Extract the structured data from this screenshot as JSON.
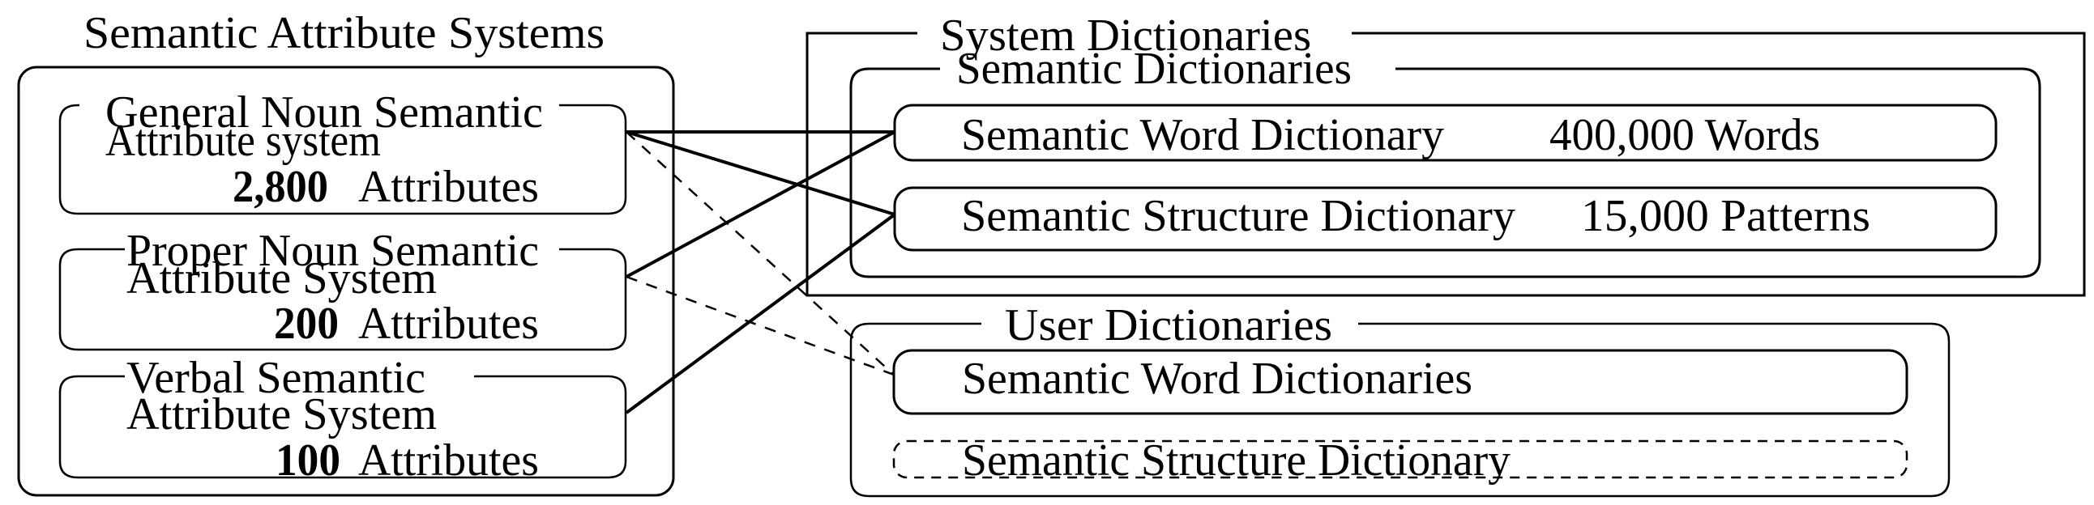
{
  "attribute_systems": {
    "title": "Semantic Attribute Systems",
    "systems": [
      {
        "line1": "General Noun Semantic",
        "line2": "Attribute system",
        "count": "2,800",
        "unit": "Attributes"
      },
      {
        "line1": "Proper Noun Semantic",
        "line2": "Attribute System",
        "count": "200",
        "unit": "Attributes"
      },
      {
        "line1": "Verbal Semantic",
        "line2": "Attribute System",
        "count": "100",
        "unit": "Attributes"
      }
    ]
  },
  "system_dictionaries": {
    "title": "System Dictionaries",
    "semantic_dictionaries": {
      "title": "Semantic Dictionaries",
      "items": [
        {
          "name": "Semantic Word Dictionary",
          "size": "400,000 Words"
        },
        {
          "name": "Semantic Structure Dictionary",
          "size": "15,000 Patterns"
        }
      ]
    }
  },
  "user_dictionaries": {
    "title": "User Dictionaries",
    "items": [
      {
        "name": "Semantic Word Dictionaries",
        "style": "solid"
      },
      {
        "name": "Semantic Structure Dictionary",
        "style": "dashed"
      }
    ]
  },
  "connections": [
    {
      "from": "General Noun Semantic Attribute system",
      "to": "Semantic Word Dictionary",
      "style": "solid"
    },
    {
      "from": "General Noun Semantic Attribute system",
      "to": "Semantic Structure Dictionary",
      "style": "solid"
    },
    {
      "from": "Proper Noun Semantic Attribute System",
      "to": "Semantic Word Dictionary",
      "style": "solid"
    },
    {
      "from": "Verbal Semantic Attribute System",
      "to": "Semantic Structure Dictionary",
      "style": "solid"
    },
    {
      "from": "General Noun Semantic Attribute system",
      "to": "User Semantic Word Dictionaries",
      "style": "dashed"
    },
    {
      "from": "Proper Noun Semantic Attribute System",
      "to": "User Semantic Word Dictionaries",
      "style": "dashed"
    }
  ]
}
